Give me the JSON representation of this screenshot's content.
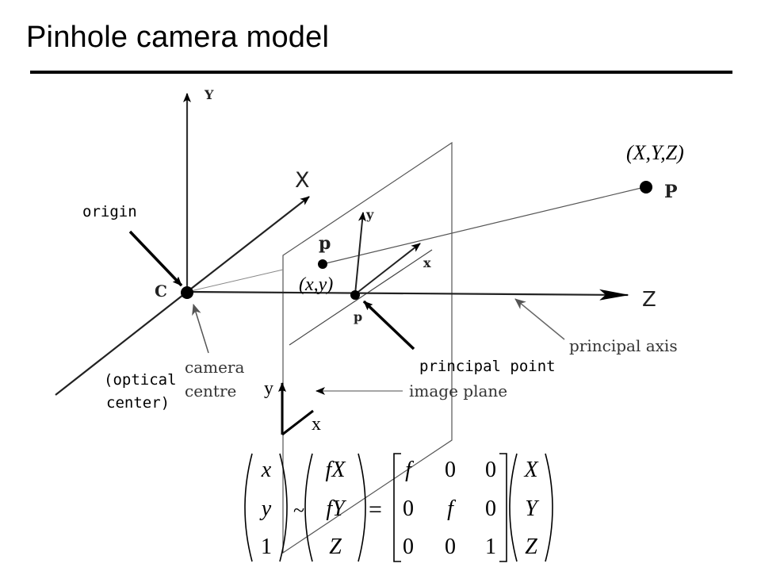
{
  "page": {
    "title": "Pinhole camera model"
  },
  "colors": {
    "ink": "#000000",
    "axis_gray": "#555555",
    "pointer_gray": "#707070"
  },
  "diagram": {
    "axis_Y": "Y",
    "axis_X": "X",
    "axis_Z": "Z",
    "camera_center_letter": "C",
    "origin_label": "origin",
    "optical_label_line1": "(optical",
    "optical_label_line2": "center)",
    "camera_centre_line1": "camera",
    "camera_centre_line2": "centre",
    "world_point_coords": "(X,Y,Z)",
    "world_point_letter": "P",
    "image_point_letter": "p",
    "image_point_coords": "(x,y)",
    "principal_point_letter": "p",
    "principal_point_label": "principal point",
    "principal_axis_label": "principal axis",
    "image_plane_label": "image plane",
    "image_axis_y": "y",
    "image_axis_x": "x",
    "pixel_axis_y": "y",
    "pixel_axis_x": "x"
  },
  "equation": {
    "lhs": [
      "x",
      "y",
      "1"
    ],
    "relation": "~",
    "mid": [
      "fX",
      "fY",
      "Z"
    ],
    "equals": "=",
    "matrix": [
      [
        "f",
        "0",
        "0"
      ],
      [
        "0",
        "f",
        "0"
      ],
      [
        "0",
        "0",
        "1"
      ]
    ],
    "rhs": [
      "X",
      "Y",
      "Z"
    ]
  }
}
